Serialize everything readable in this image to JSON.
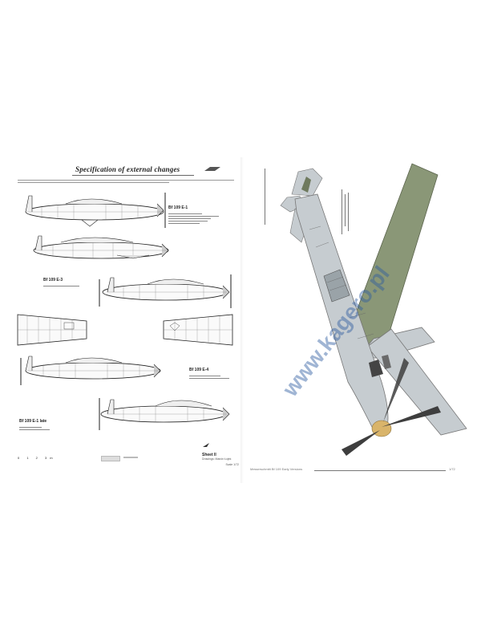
{
  "left_page": {
    "title": "Specification of external changes",
    "variants": [
      {
        "name": "Bf 109 E-1"
      },
      {
        "name": "Bf 109 E-3"
      },
      {
        "name": "Bf 109 E-4"
      },
      {
        "name": "Bf 109 E-1 late"
      }
    ],
    "scale_numbers": "0 1 2 3m",
    "sheet": {
      "number": "Sheet II",
      "subtitle": "Drawings: Marcin Łojek",
      "scale": "Scale 1/72"
    }
  },
  "right_page": {
    "watermark": "www.kagero.pl",
    "footer_title": "Messerschmitt Bf 109 Early Versions",
    "page_number": "1/72"
  },
  "colors": {
    "aircraft_upper": "#8a9777",
    "aircraft_lower": "#c6ccd0",
    "spinner": "#d9b46a",
    "watermark": "#2d5aa0"
  }
}
